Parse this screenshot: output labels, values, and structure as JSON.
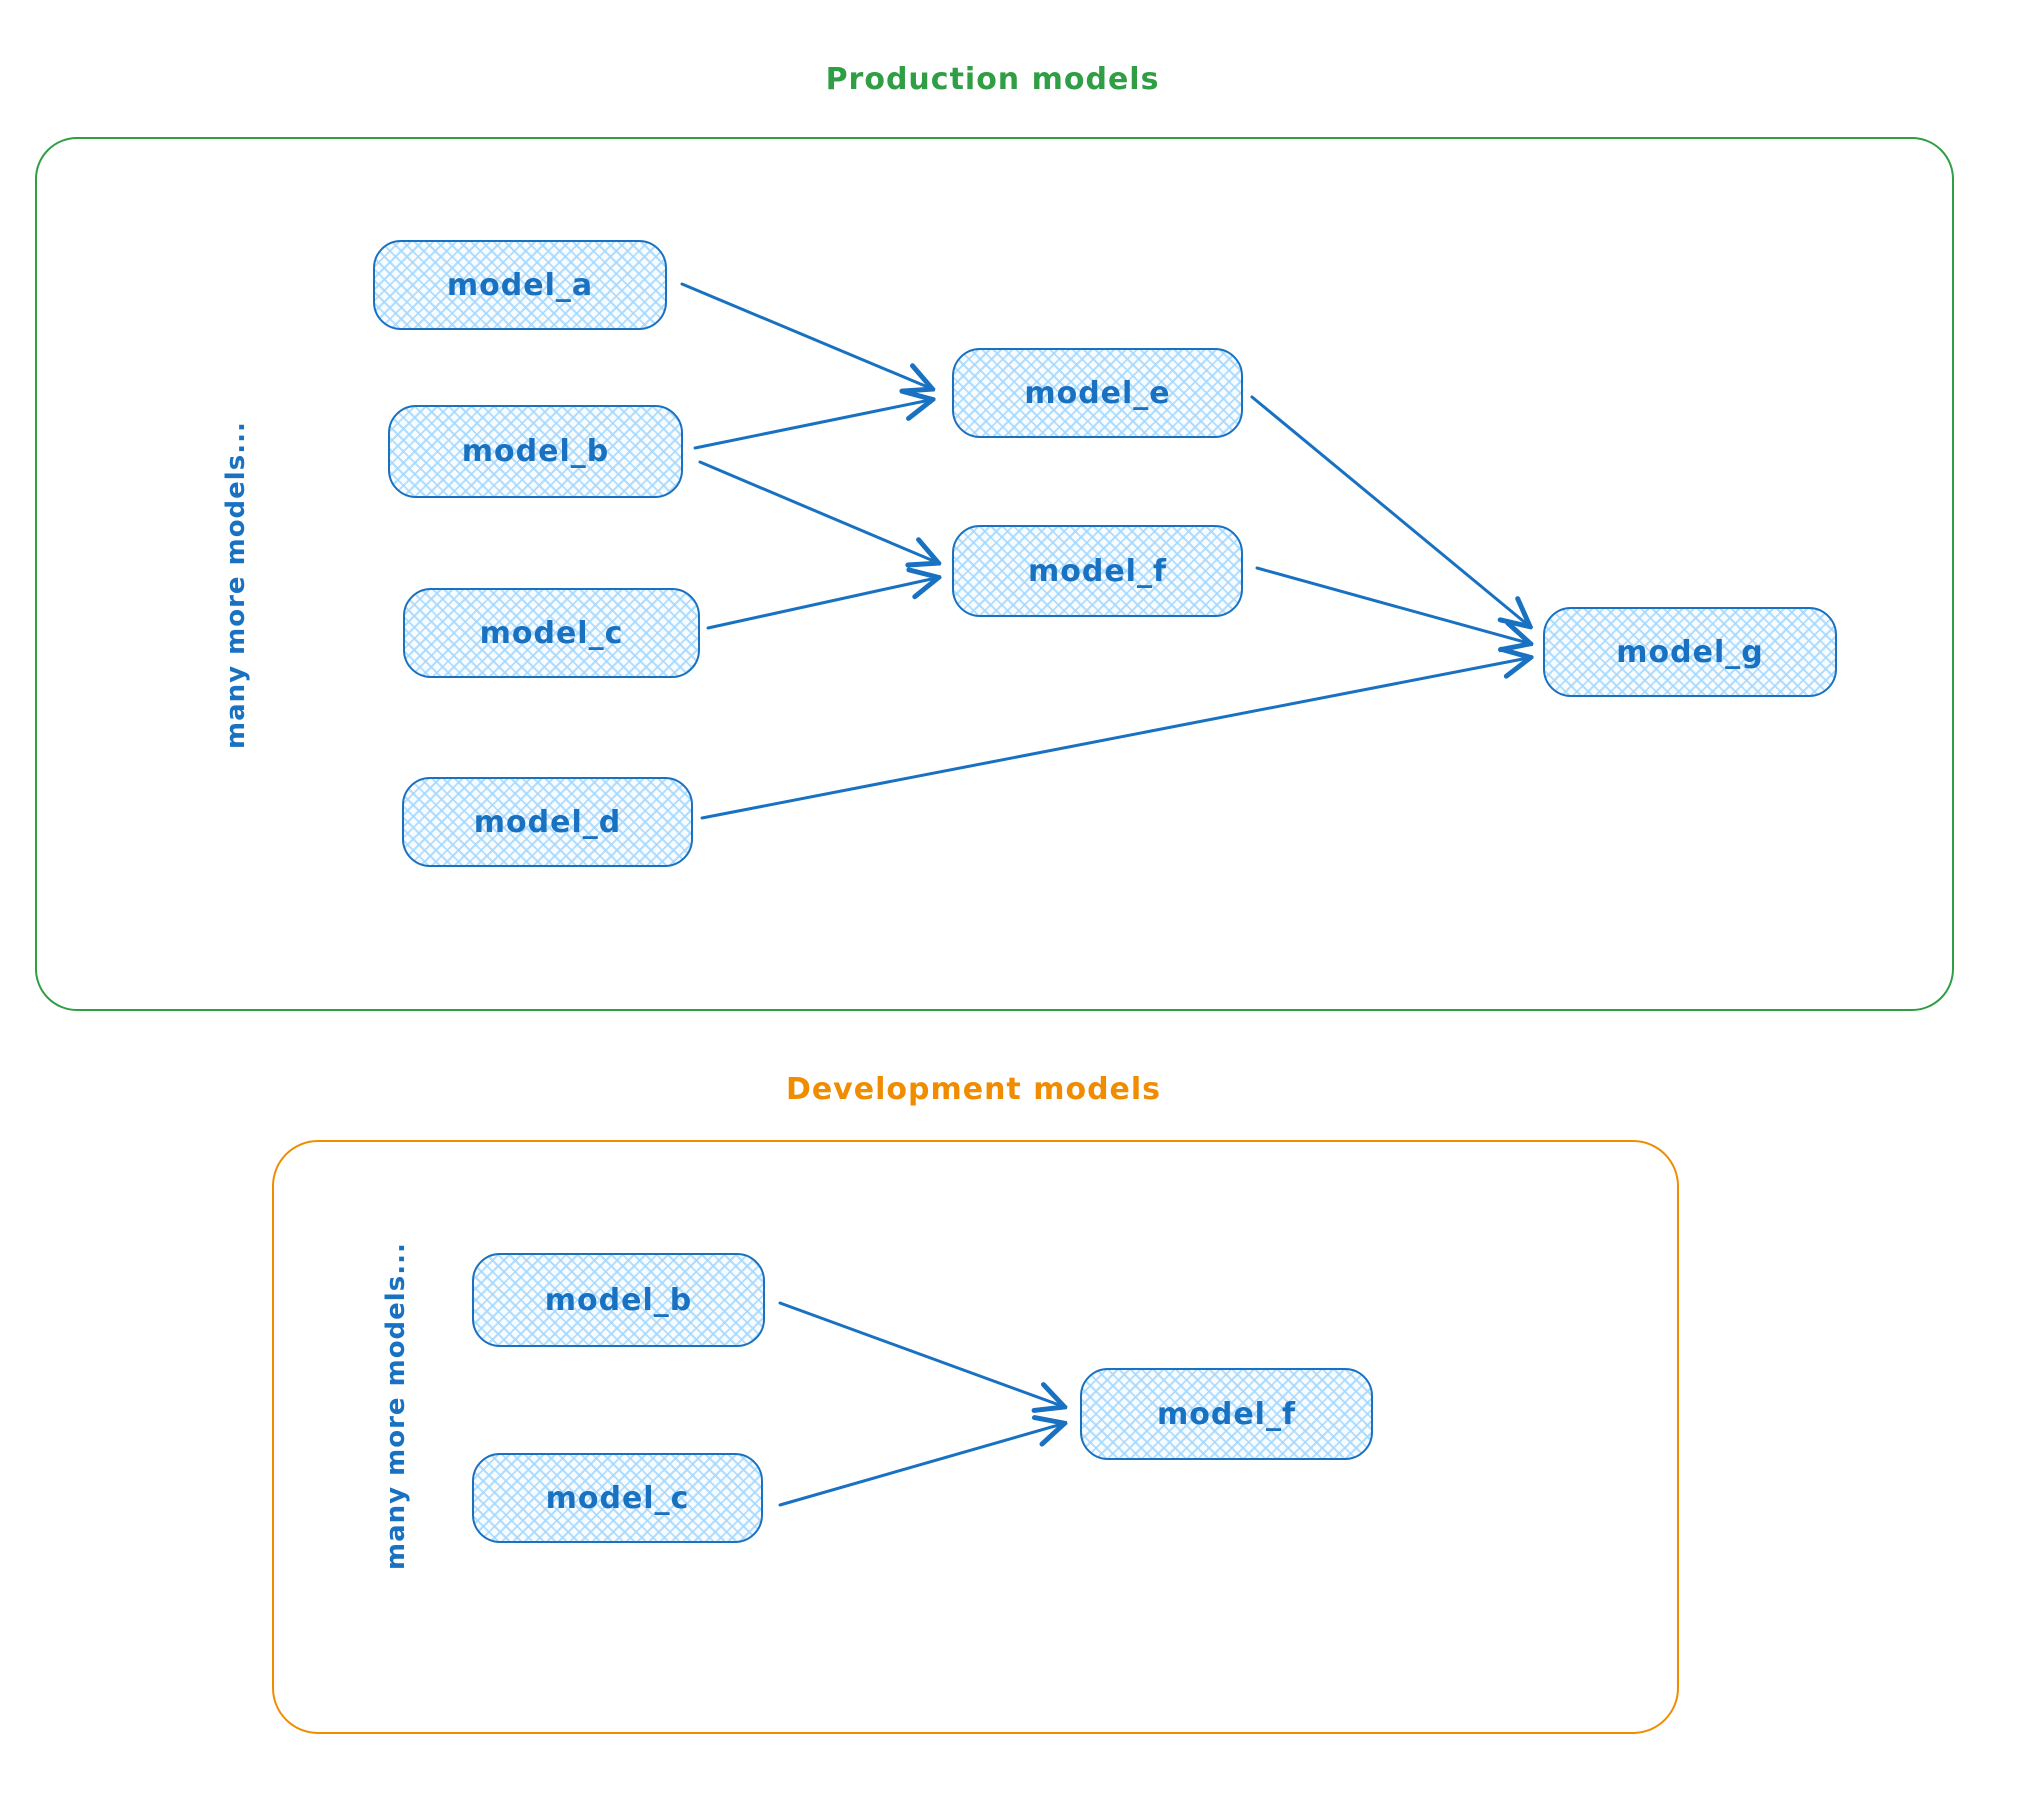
{
  "production": {
    "title": "Production models",
    "side_label": "many more models...",
    "nodes": [
      {
        "id": "model_a",
        "label": "model_a"
      },
      {
        "id": "model_b",
        "label": "model_b"
      },
      {
        "id": "model_c",
        "label": "model_c"
      },
      {
        "id": "model_d",
        "label": "model_d"
      },
      {
        "id": "model_e",
        "label": "model_e"
      },
      {
        "id": "model_f",
        "label": "model_f"
      },
      {
        "id": "model_g",
        "label": "model_g"
      }
    ],
    "edges": [
      {
        "from": "model_a",
        "to": "model_e"
      },
      {
        "from": "model_b",
        "to": "model_e"
      },
      {
        "from": "model_b",
        "to": "model_f"
      },
      {
        "from": "model_c",
        "to": "model_f"
      },
      {
        "from": "model_d",
        "to": "model_g"
      },
      {
        "from": "model_e",
        "to": "model_g"
      },
      {
        "from": "model_f",
        "to": "model_g"
      }
    ]
  },
  "development": {
    "title": "Development models",
    "side_label": "many more models...",
    "nodes": [
      {
        "id": "model_b",
        "label": "model_b"
      },
      {
        "id": "model_c",
        "label": "model_c"
      },
      {
        "id": "model_f",
        "label": "model_f"
      }
    ],
    "edges": [
      {
        "from": "model_b",
        "to": "model_f"
      },
      {
        "from": "model_c",
        "to": "model_f"
      }
    ]
  },
  "colors": {
    "node_stroke": "#1971c2",
    "node_fill": "#a5d8ff",
    "node_text": "#1971c2",
    "arrow": "#1971c2",
    "production_border": "#2f9e44",
    "production_title": "#2f9e44",
    "development_border": "#f08c00",
    "development_title": "#f08c00",
    "background": "#ffffff"
  }
}
